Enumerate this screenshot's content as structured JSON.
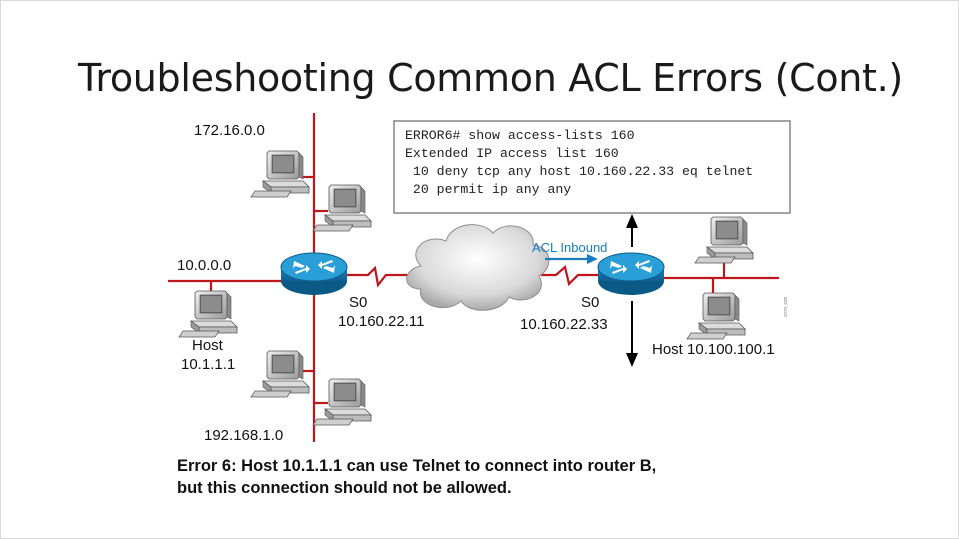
{
  "slide": {
    "title": "Troubleshooting Common ACL Errors (Cont.)",
    "caption_line1": "Error 6: Host 10.1.1.1 can use Telnet to connect into router B,",
    "caption_line2": "but this connection should not be allowed."
  },
  "acl_box": {
    "lines": [
      "ERROR6# show access-lists 160",
      "Extended IP access list 160",
      " 10 deny tcp any host 10.160.22.33 eq telnet",
      " 20 permit ip any any"
    ]
  },
  "network": {
    "net_top": "172.16.0.0",
    "net_left": "10.0.0.0",
    "net_bottom": "192.168.1.0",
    "host_label": "Host",
    "host_ip": "10.1.1.1",
    "router_a_if": "S0",
    "router_a_ip": "10.160.22.11",
    "router_b_if": "S0",
    "router_b_ip": "10.160.22.33",
    "acl_inbound": "ACL Inbound",
    "host_right": "Host 10.100.100.1",
    "figure_id": "3279_038"
  },
  "colors": {
    "network_line": "#c0151b",
    "router_body": "#1f8fc9",
    "acl_arrow": "#1b7dc0"
  }
}
